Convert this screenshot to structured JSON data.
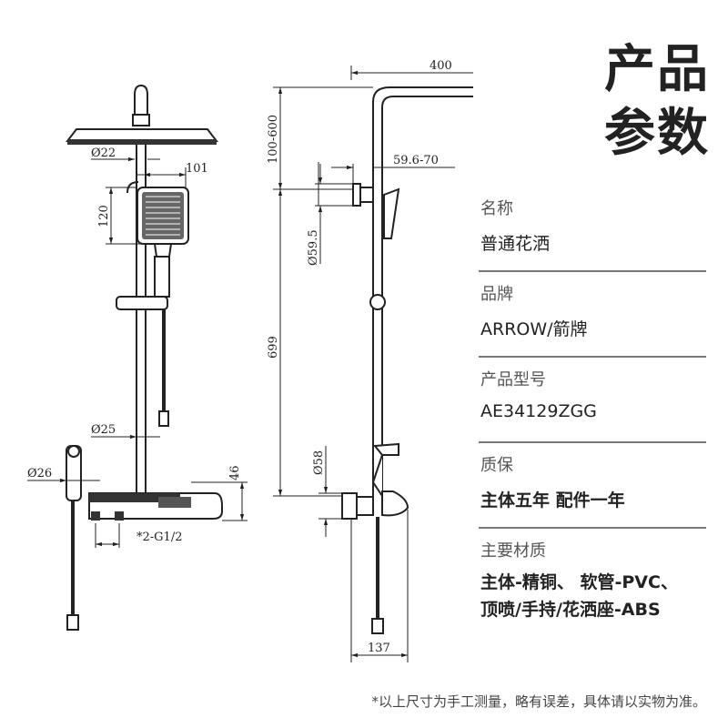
{
  "title": {
    "line1": "产品",
    "line2": "参数"
  },
  "specs": [
    {
      "key": "名称",
      "value": "普通花洒"
    },
    {
      "key": "品牌",
      "value": "ARROW/箭牌"
    },
    {
      "key": "产品型号",
      "value": "AE34129ZGG"
    },
    {
      "key": "质保",
      "value": "主体五年  配件一年"
    },
    {
      "key": "主要材质",
      "line1": "主体-精铜、 软管-PVC、",
      "line2": "顶喷/手持/花洒座-ABS"
    }
  ],
  "dimensions": {
    "head_conn_dia": "Ø22",
    "hand_offset": "101",
    "hand_height": "120",
    "pipe_dia": "Ø25",
    "handset_dia": "Ø26",
    "shelf_height": "46",
    "inlet": "*2-G1/2",
    "arm_length": "400",
    "height_range": "100-600",
    "outlet_range": "59.6-70",
    "flange_dia": "Ø59.5",
    "riser_height": "699",
    "valve_dia": "Ø58",
    "depth": "137"
  },
  "footnote": "*以上尺寸为手工测量，略有误差，具体请以实物为准。"
}
